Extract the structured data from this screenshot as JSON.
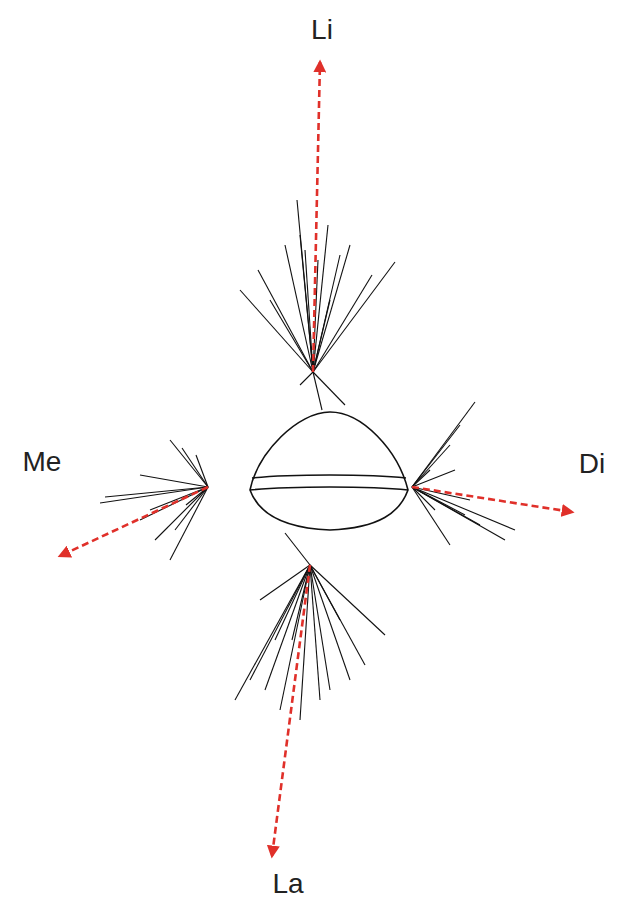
{
  "diagram": {
    "labels": [
      "Li",
      "Me",
      "Di",
      "La"
    ]
  }
}
